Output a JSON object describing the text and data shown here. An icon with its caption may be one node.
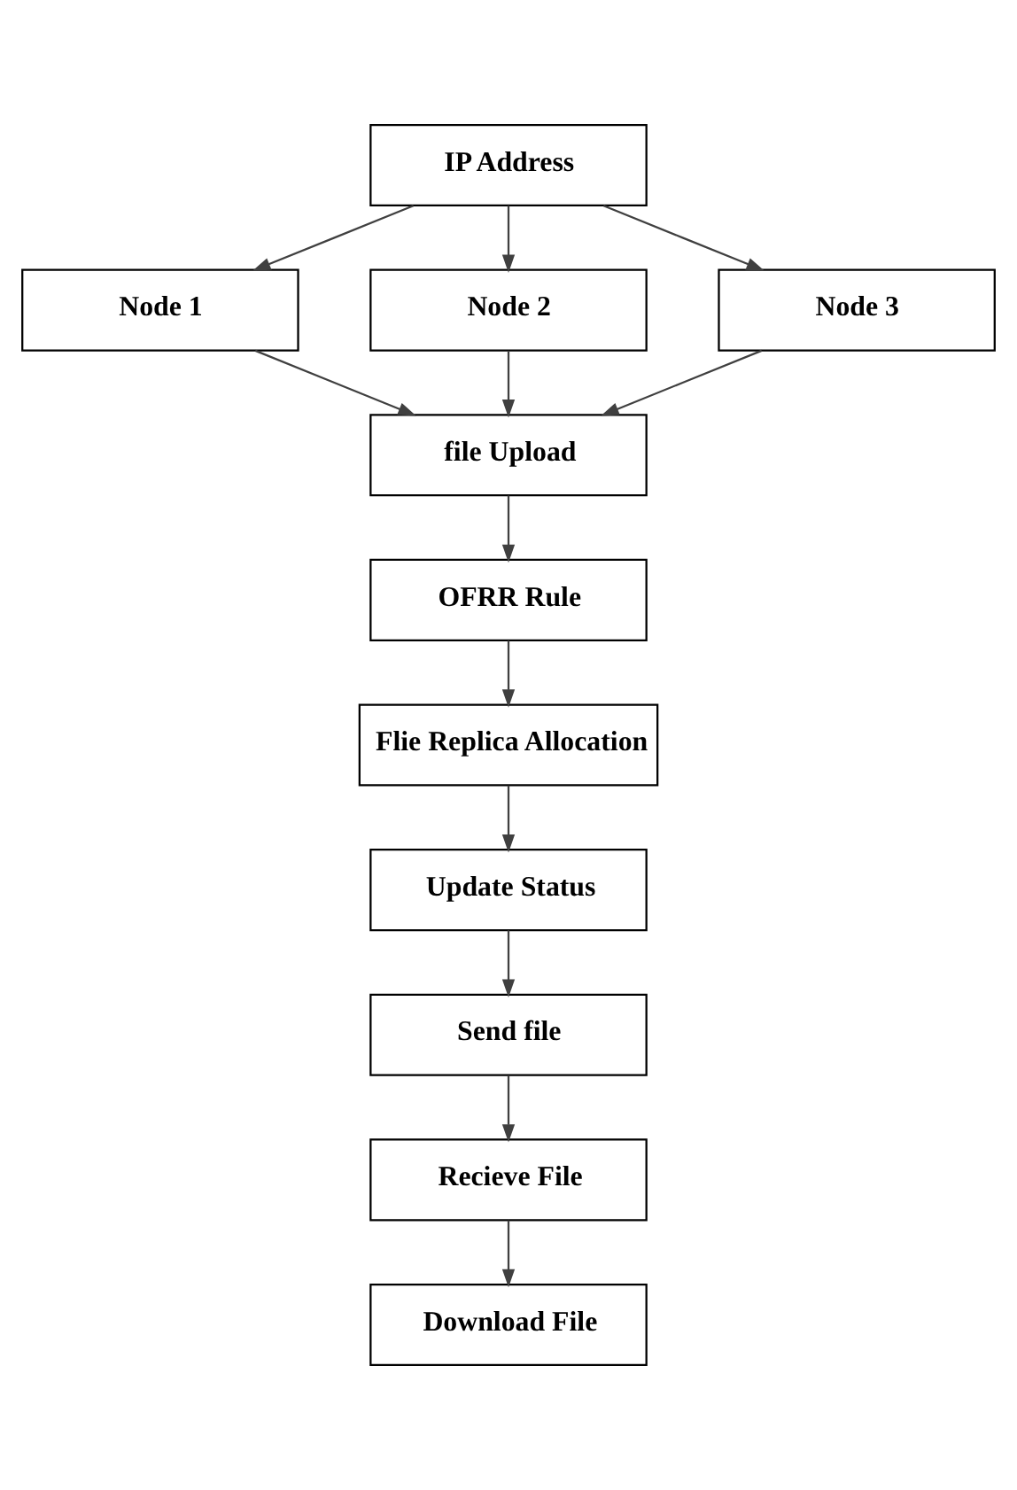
{
  "diagram": {
    "nodes": [
      {
        "text": [
          "IP Address"
        ]
      },
      {
        "text": [
          "Node 1"
        ]
      },
      {
        "text": [
          "Node 2"
        ]
      },
      {
        "text": [
          "Node 3"
        ]
      },
      {
        "text": [
          "file Upload"
        ]
      },
      {
        "text": [
          "OFRR Rule"
        ]
      },
      {
        "text": [
          "Flie Replica Allocation"
        ]
      },
      {
        "text": [
          "Update Status"
        ]
      },
      {
        "text": [
          "Send file"
        ]
      },
      {
        "text": [
          "Recieve File"
        ]
      },
      {
        "text": [
          "Download File"
        ]
      }
    ],
    "edges": [
      {
        "from": 0,
        "to": 1,
        "arrow": "to"
      },
      {
        "from": 0,
        "to": 2,
        "arrow": "to"
      },
      {
        "from": 0,
        "to": 3,
        "arrow": "to"
      },
      {
        "from": 1,
        "to": 4,
        "arrow": "to"
      },
      {
        "from": 2,
        "to": 4,
        "arrow": "to"
      },
      {
        "from": 3,
        "to": 4,
        "arrow": "to"
      },
      {
        "from": 4,
        "to": 5,
        "arrow": "to"
      },
      {
        "from": 5,
        "to": 6,
        "arrow": "to"
      },
      {
        "from": 6,
        "to": 7,
        "arrow": "to"
      },
      {
        "from": 7,
        "to": 8,
        "arrow": "to"
      },
      {
        "from": 8,
        "to": 9,
        "arrow": "to"
      },
      {
        "from": 9,
        "to": 10,
        "arrow": "to"
      }
    ]
  }
}
